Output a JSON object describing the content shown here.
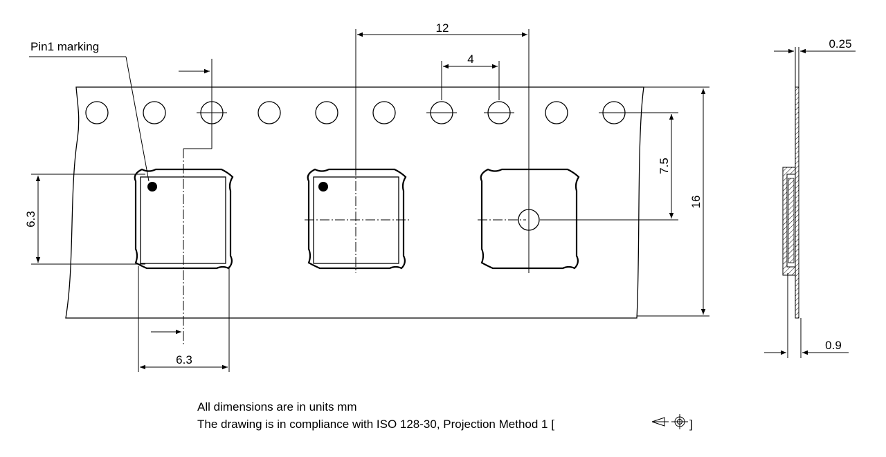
{
  "labels": {
    "pin1": "Pin1 marking",
    "pitch_pocket": "12",
    "pitch_sprocket": "4",
    "pocket_height": "6.3",
    "pocket_width": "6.3",
    "hole_offset": "7.5",
    "tape_width": "16",
    "tape_thickness": "0.25",
    "pocket_depth": "0.9"
  },
  "notes": {
    "line1": "All dimensions are in units mm",
    "line2_prefix": "The drawing is in compliance with ISO 128-30, Projection Method 1 [",
    "line2_suffix": "]"
  },
  "icons": {
    "projection_symbol": "first-angle-projection-icon"
  }
}
